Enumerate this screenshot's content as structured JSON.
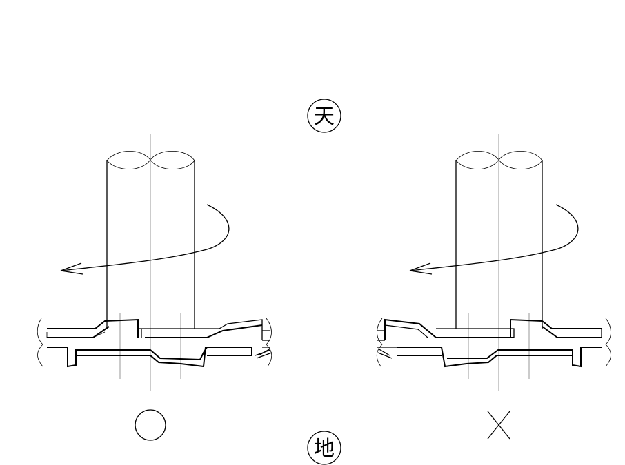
{
  "labels": {
    "top": "天",
    "bottom": "地",
    "correct_mark": "○",
    "wrong_mark": "X"
  },
  "colors": {
    "line": "#000000",
    "centerline": "#8c8c8c",
    "background": "#ffffff"
  }
}
